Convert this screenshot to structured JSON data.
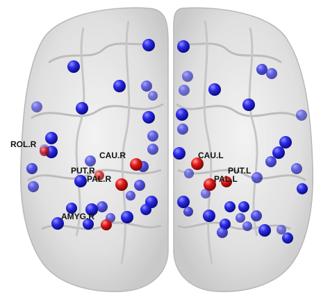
{
  "colors": {
    "background": "#ffffff",
    "cortex_fill": "#d9d9d9",
    "cortex_edge": "#b5b5b5",
    "node_default": "#1a1adf",
    "node_highlight": "#e01818"
  },
  "labels": {
    "rol_r": "ROL.R",
    "put_r": "PUT.R",
    "pal_r": "PAL.R",
    "cau_r": "CAU.R",
    "amyg_r": "AMYG.R",
    "cau_l": "CAU.L",
    "pal_l": "PAL.L",
    "put_l": "PUT.L"
  },
  "nodes": {
    "highlighted": [
      "ROL.R",
      "PUT.R",
      "PAL.R",
      "CAU.R",
      "AMYG.R",
      "CAU.L",
      "PAL.L",
      "PUT.L"
    ]
  }
}
